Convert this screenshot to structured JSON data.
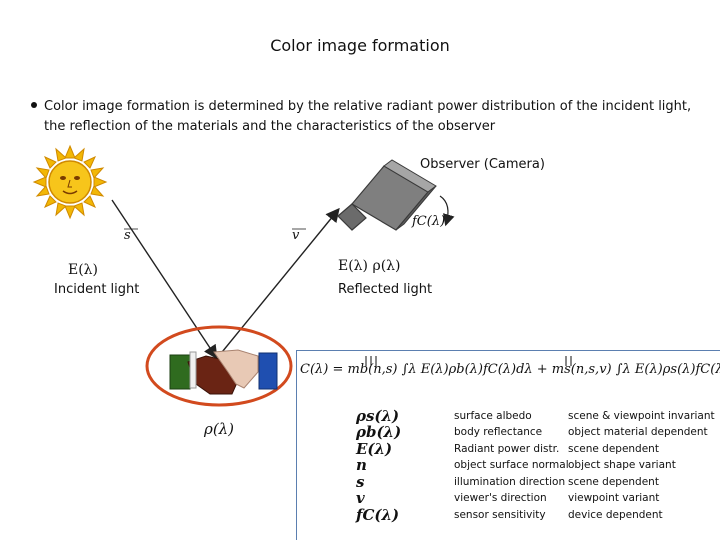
{
  "title": "Color image formation",
  "bullet": {
    "line1": "Color image formation is determined by the relative radiant power distribution of the incident light,",
    "line2": "the reflection of the materials and the characteristics of the observer"
  },
  "labels": {
    "observer": "Observer (Camera)",
    "incident_sym": "E(λ)",
    "incident": "Incident light",
    "reflected_sym": "E(λ)  ρ(λ)",
    "reflected": "Reflected light",
    "s_vec": "s",
    "v_vec": "v",
    "fc": "fC(λ)",
    "rho": "ρ(λ)"
  },
  "equation": "C(λ) = mb(n,s) ∫λ E(λ)ρb(λ)fC(λ)dλ + ms(n,s,v) ∫λ E(λ)ρs(λ)fC(λ)dλ",
  "legend": [
    {
      "sym": "ρs(λ)",
      "desc": "surface albedo",
      "prop": "scene & viewpoint invariant"
    },
    {
      "sym": "ρb(λ)",
      "desc": "body reflectance",
      "prop": "object material dependent"
    },
    {
      "sym": "E(λ)",
      "desc": "Radiant power distr.",
      "prop": "scene dependent"
    },
    {
      "sym": "n",
      "desc": "object surface normal",
      "prop": "object shape variant"
    },
    {
      "sym": "s",
      "desc": "illumination direction",
      "prop": "scene dependent"
    },
    {
      "sym": "v",
      "desc": "viewer's direction",
      "prop": "viewpoint variant"
    },
    {
      "sym": "fC(λ)",
      "desc": "sensor sensitivity",
      "prop": "device dependent"
    }
  ],
  "icons": [
    "sun-icon",
    "camera-icon",
    "handshake-icon"
  ],
  "colors": {
    "ellipse": "#d24a1e",
    "box": "#5b7fb0",
    "green_block": "#2f6b1f",
    "blue_block": "#1f4fb0",
    "sun": "#f2b705"
  }
}
